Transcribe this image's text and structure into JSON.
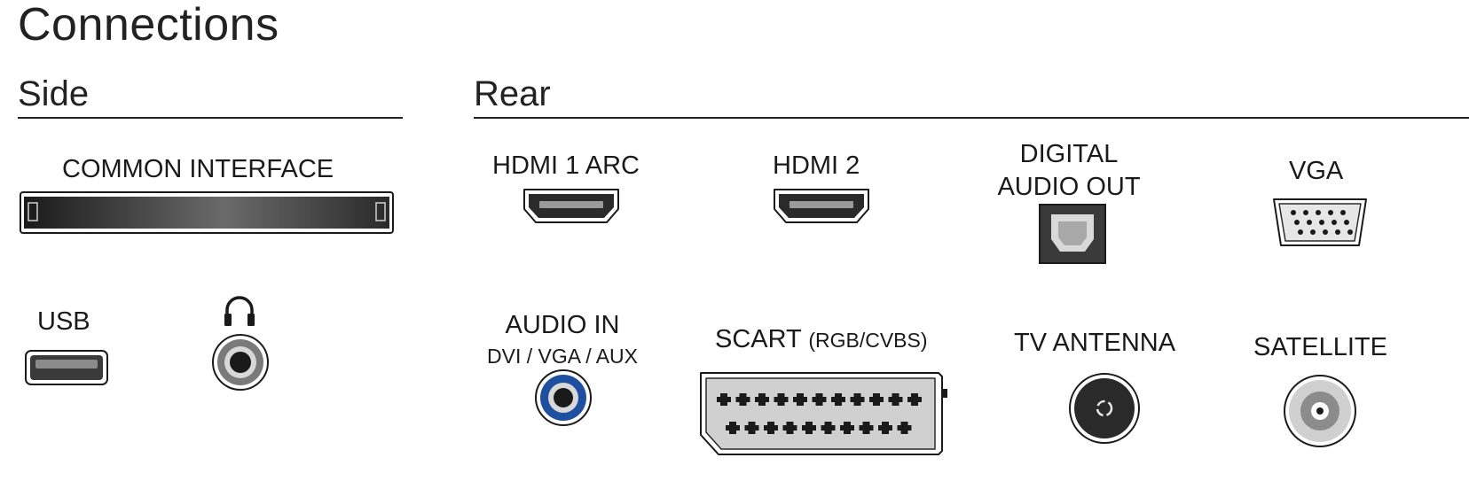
{
  "page": {
    "title": "Connections"
  },
  "sections": {
    "side": "Side",
    "rear": "Rear"
  },
  "ports": {
    "common_interface": "COMMON INTERFACE",
    "usb": "USB",
    "hdmi1": "HDMI 1 ARC",
    "hdmi2": "HDMI 2",
    "digital_audio_line1": "DIGITAL",
    "digital_audio_line2": "AUDIO OUT",
    "vga": "VGA",
    "audio_in": "AUDIO IN",
    "audio_in_sub": "DVI / VGA / AUX",
    "scart": "SCART",
    "scart_sub": "(RGB/CVBS)",
    "tv_antenna": "TV ANTENNA",
    "satellite": "SATELLITE"
  },
  "icons": {
    "headphones": "headphones-icon"
  },
  "colors": {
    "line": "#222222",
    "port_dark": "#2a2a2a",
    "port_mid": "#6e6e6e",
    "audio_in_blue": "#1f4fa0"
  }
}
